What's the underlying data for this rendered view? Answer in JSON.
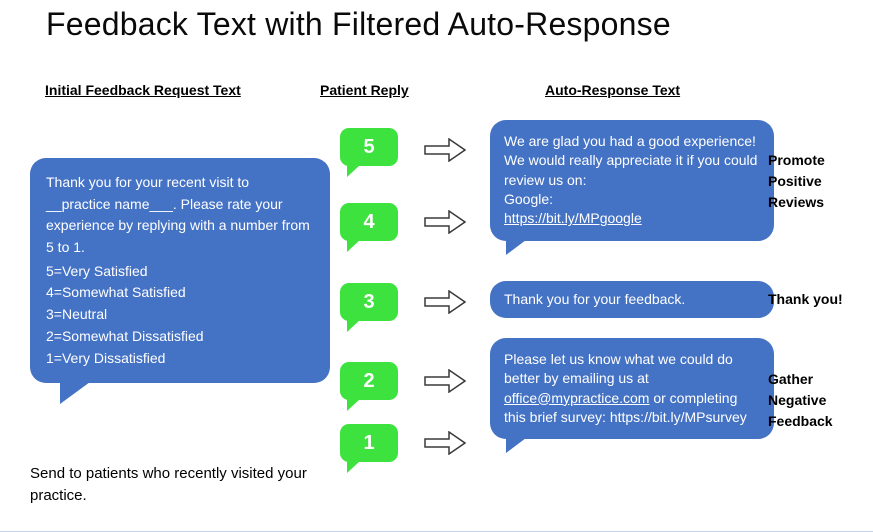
{
  "title": "Feedback Text with Filtered Auto-Response",
  "headers": {
    "initial": "Initial Feedback Request Text",
    "reply": "Patient Reply",
    "auto": "Auto-Response Text"
  },
  "colors": {
    "bubble_blue": "#4472C4",
    "bubble_green": "#3EE23E",
    "arrow_fill": "#FFFFFF",
    "arrow_stroke": "#3A3A3A"
  },
  "initial_request": {
    "intro": "Thank you for your recent visit to __practice name___. Please rate your experience by replying with a number from 5 to 1.",
    "options": [
      "5=Very Satisfied",
      "4=Somewhat Satisfied",
      "3=Neutral",
      "2=Somewhat Dissatisfied",
      "1=Very Dissatisfied"
    ]
  },
  "replies": [
    "5",
    "4",
    "3",
    "2",
    "1"
  ],
  "auto_responses": {
    "positive": {
      "text": "We are glad you had a good experience!  We would really appreciate it if you could review us on:",
      "google_label": "Google:",
      "google_link": "https://bit.ly/MPgoogle"
    },
    "neutral": {
      "text": "Thank you for your feedback."
    },
    "negative": {
      "prefix": "Please let us know what we could do better by emailing us at ",
      "email": "office@mypractice.com",
      "middle": " or completing this brief survey: ",
      "survey_link": "https://bit.ly/MPsurvey"
    }
  },
  "side_labels": {
    "positive": "Promote Positive Reviews",
    "neutral": "Thank you!",
    "negative": "Gather Negative Feedback"
  },
  "footer": "Send to patients who recently visited your practice."
}
